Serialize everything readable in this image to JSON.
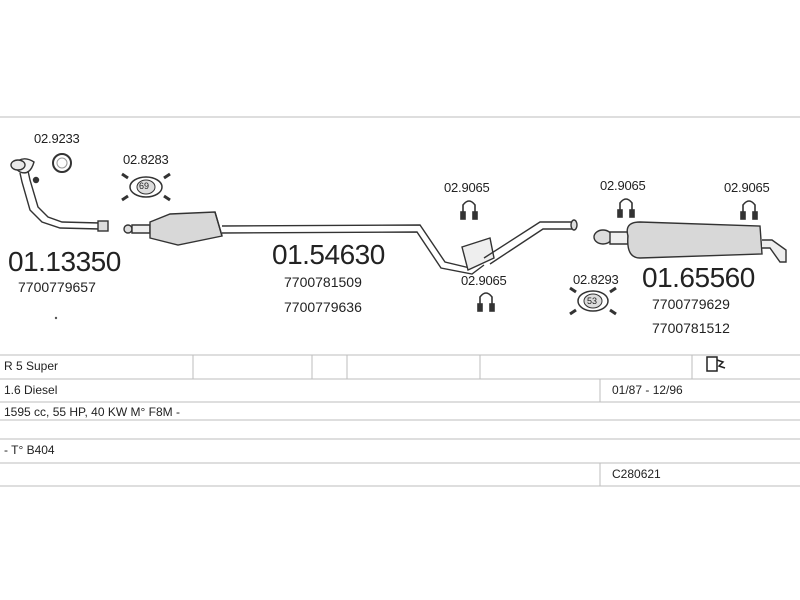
{
  "parts": {
    "gasket_top": "02.9233",
    "clamp_left": "02.8283",
    "clamp_left_size": "69",
    "hanger_mid_top": "02.9065",
    "hanger_mid_bottom": "02.9065",
    "hanger_right_a": "02.9065",
    "hanger_right_b": "02.9065",
    "clamp_right": "02.8293",
    "clamp_right_size": "53",
    "front_pipe": "01.13350",
    "front_pipe_oem": "7700779657",
    "middle_silencer": "01.54630",
    "middle_silencer_oem_1": "7700781509",
    "middle_silencer_oem_2": "7700779636",
    "rear_silencer": "01.65560",
    "rear_silencer_oem_1": "7700779629",
    "rear_silencer_oem_2": "7700781512"
  },
  "vehicle": {
    "model": "R 5 Super",
    "engine": "1.6 Diesel",
    "years": "01/87 - 12/96",
    "spec": "1595 cc, 55 HP, 40 KW M° F8M -",
    "type": "- T° B404",
    "catalog_code": "C280621"
  }
}
